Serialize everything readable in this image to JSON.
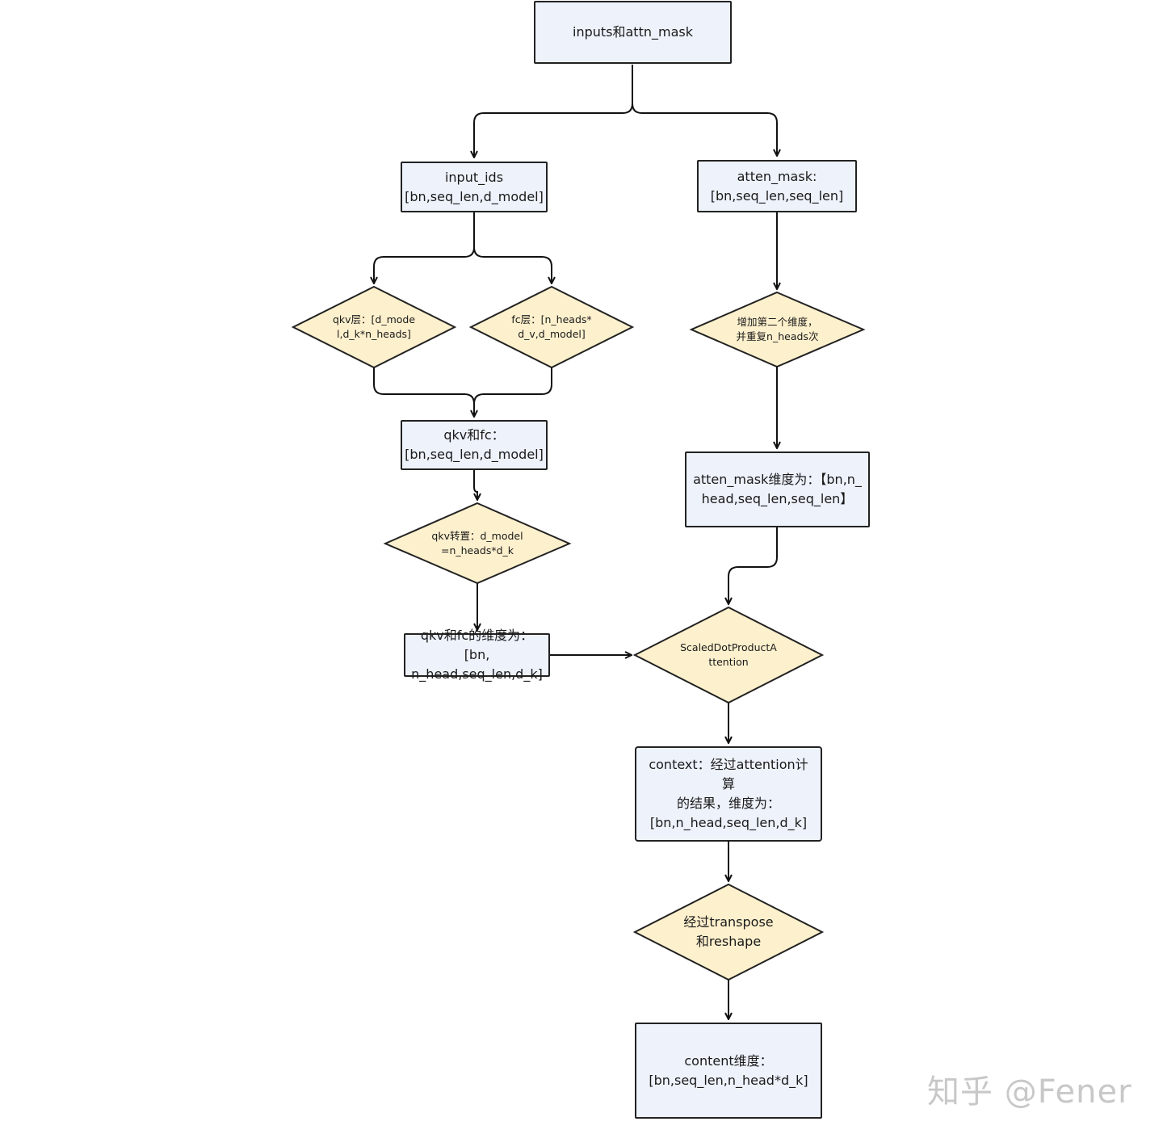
{
  "nodes": {
    "inputs": "inputs和attn_mask",
    "input_ids": "input_ids\n[bn,seq_len,d_model]",
    "atten_mask": "atten_mask:\n[bn,seq_len,seq_len]",
    "qkv_layer": "qkv层：[d_mode\nl,d_k*n_heads]",
    "fc_layer": "fc层：[n_heads*\nd_v,d_model]",
    "add_dim": "增加第二个维度，\n并重复n_heads次",
    "qkv_fc": "qkv和fc：\n[bn,seq_len,d_model]",
    "mask_dim": "atten_mask维度为：【bn,n_\nhead,seq_len,seq_len】",
    "qkv_transpose": "qkv转置：d_model\n=n_heads*d_k",
    "qkv_fc_dim": "qkv和fc的维度为：[bn,\nn_head,seq_len,d_k]",
    "sdpa": "ScaledDotProductA\nttention",
    "context": "context：经过attention计算\n的结果，维度为：\n[bn,n_head,seq_len,d_k]",
    "transpose_reshape": "经过transpose\n和reshape",
    "content": "content维度：\n[bn,seq_len,n_head*d_k]"
  },
  "watermark": "知乎 @Fener"
}
